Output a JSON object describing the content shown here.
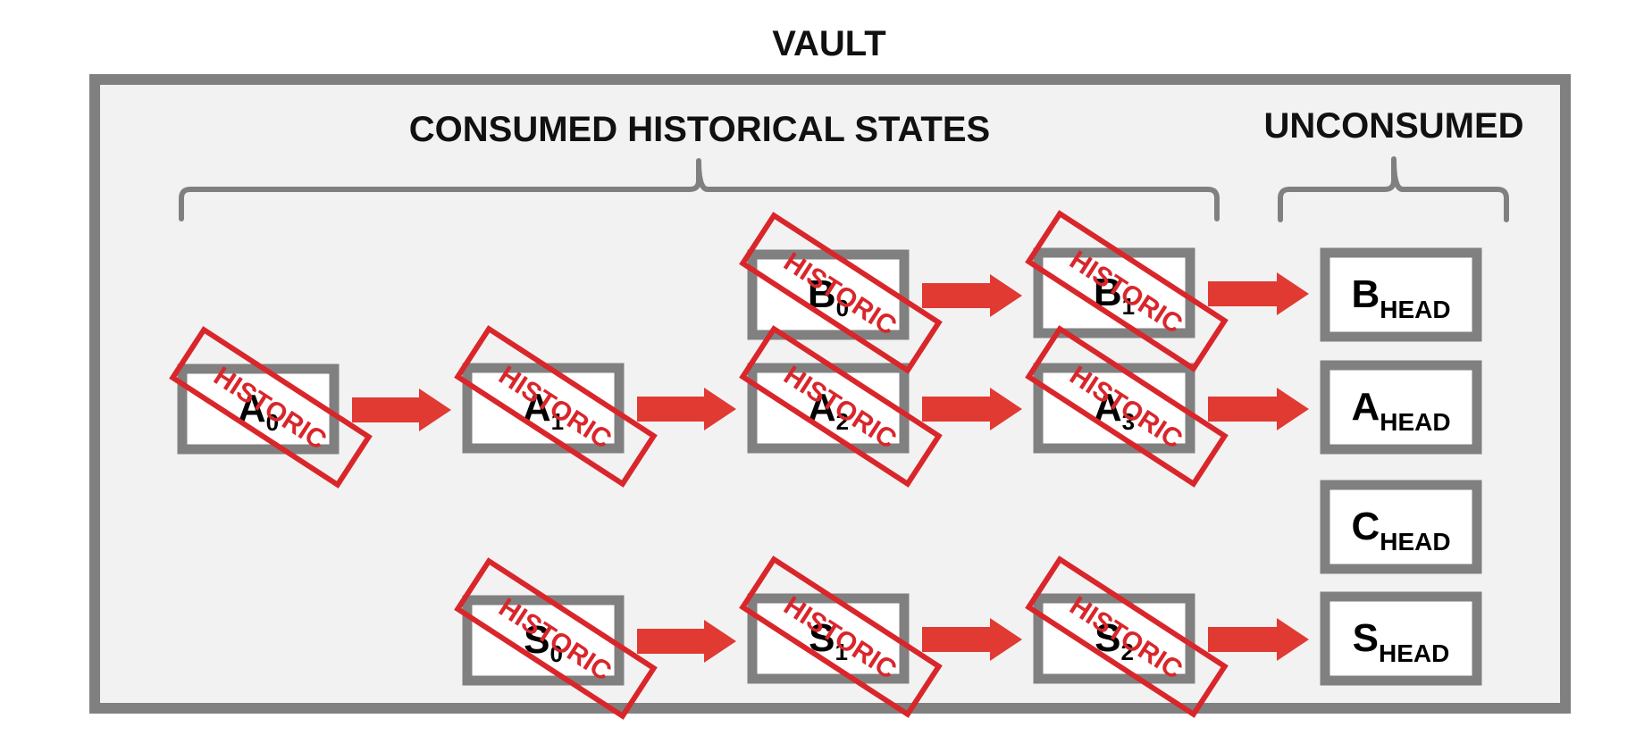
{
  "vault": {
    "title": "VAULT"
  },
  "groups": {
    "consumed_label": "CONSUMED HISTORICAL STATES",
    "unconsumed_label": "UNCONSUMED"
  },
  "stamp_label": "HISTORIC",
  "states": [
    {
      "id": "A0",
      "letter": "A",
      "sub": "0",
      "historic": true
    },
    {
      "id": "A1",
      "letter": "A",
      "sub": "1",
      "historic": true
    },
    {
      "id": "A2",
      "letter": "A",
      "sub": "2",
      "historic": true
    },
    {
      "id": "A3",
      "letter": "A",
      "sub": "3",
      "historic": true
    },
    {
      "id": "B0",
      "letter": "B",
      "sub": "0",
      "historic": true
    },
    {
      "id": "B1",
      "letter": "B",
      "sub": "1",
      "historic": true
    },
    {
      "id": "S0",
      "letter": "S",
      "sub": "0",
      "historic": true
    },
    {
      "id": "S1",
      "letter": "S",
      "sub": "1",
      "historic": true
    },
    {
      "id": "S2",
      "letter": "S",
      "sub": "2",
      "historic": true
    },
    {
      "id": "BHEAD",
      "letter": "B",
      "sub": "HEAD",
      "historic": false
    },
    {
      "id": "AHEAD",
      "letter": "A",
      "sub": "HEAD",
      "historic": false
    },
    {
      "id": "CHEAD",
      "letter": "C",
      "sub": "HEAD",
      "historic": false
    },
    {
      "id": "SHEAD",
      "letter": "S",
      "sub": "HEAD",
      "historic": false
    }
  ],
  "transitions": [
    {
      "from": "A0",
      "to": "A1"
    },
    {
      "from": "A1",
      "to": "A2"
    },
    {
      "from": "A2",
      "to": "A3"
    },
    {
      "from": "A3",
      "to": "AHEAD"
    },
    {
      "from": "B0",
      "to": "B1"
    },
    {
      "from": "B1",
      "to": "BHEAD"
    },
    {
      "from": "S0",
      "to": "S1"
    },
    {
      "from": "S1",
      "to": "S2"
    },
    {
      "from": "S2",
      "to": "SHEAD"
    }
  ],
  "colors": {
    "vault_border": "#808080",
    "vault_fill": "#f2f2f2",
    "box_border": "#808080",
    "box_fill": "#ffffff",
    "arrow": "#e03a33",
    "stamp": "#d9262b",
    "bracket": "#808080",
    "text": "#111111"
  }
}
